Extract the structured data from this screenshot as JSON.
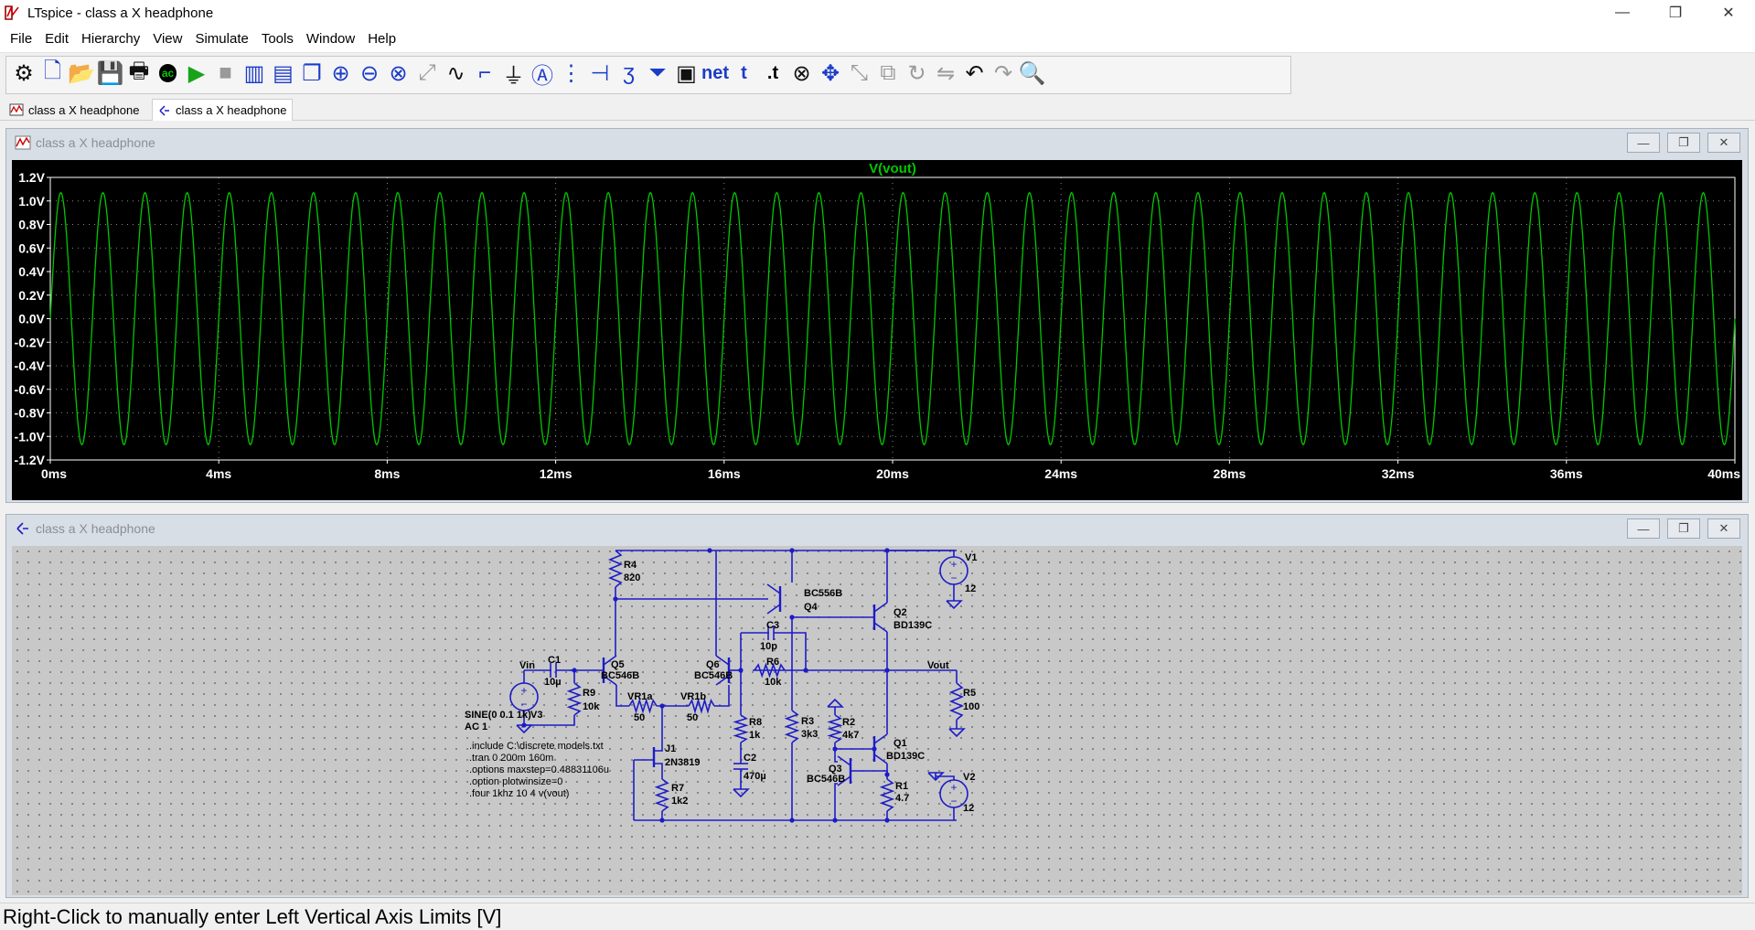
{
  "window": {
    "title": "LTspice - class a X headphone",
    "minimize_glyph": "—",
    "restore_glyph": "❐",
    "close_glyph": "✕"
  },
  "menu": [
    "File",
    "Edit",
    "Hierarchy",
    "View",
    "Simulate",
    "Tools",
    "Window",
    "Help"
  ],
  "toolbar": {
    "icons": [
      "gear-icon",
      "new-schematic-icon",
      "open-icon",
      "save-icon",
      "print-icon",
      "ac-analysis-icon",
      "run-icon",
      "halt-icon",
      "tile-vertical-icon",
      "tile-horizontal-icon",
      "cascade-icon",
      "zoom-in-icon",
      "zoom-out-icon",
      "zoom-fit-icon",
      "autoscale-icon",
      "waveform-icon",
      "wire-icon",
      "ground-icon",
      "label-net-icon",
      "resistor-icon",
      "capacitor-icon",
      "inductor-icon",
      "diode-icon",
      "component-icon",
      "spice-directive-icon",
      "text-icon",
      "text-comment-icon",
      "delete-icon",
      "move-icon",
      "drag-icon",
      "duplicate-icon",
      "rotate-icon",
      "mirror-icon",
      "undo-icon",
      "redo-icon",
      "find-icon"
    ],
    "net_label": "net",
    "t_label": "t",
    "dot_t_label": ".t",
    "ac_label": "ac"
  },
  "doc_tabs": [
    "class a X headphone",
    "class a X headphone"
  ],
  "plot_pane": {
    "title": "class a X headphone"
  },
  "schematic_pane": {
    "title": "class a X headphone",
    "labels": {
      "R4": "R4",
      "R4v": "820",
      "BC556B": "BC556B",
      "Q4": "Q4",
      "Q2": "Q2",
      "Q2m": "BD139C",
      "V1": "V1",
      "V1v": "12",
      "C3": "C3",
      "C3v": "10p",
      "Vin": "Vin",
      "C1": "C1",
      "C1v": "10µ",
      "Q5": "Q5",
      "Q5m": "BC546B",
      "Q6": "Q6",
      "Q6m": "BC546B",
      "R6": "R6",
      "R6v": "10k",
      "Vout": "Vout",
      "R5": "R5",
      "R5v": "100",
      "R9": "R9",
      "R9v": "10k",
      "VR1a": "VR1a",
      "VR1av": "50",
      "VR1b": "VR1b",
      "VR1bv": "50",
      "V3src": "SINE(0 0.1 1k)",
      "V3": "V3",
      "AC": "AC 1",
      "R8": "R8",
      "R8v": "1k",
      "R3": "R3",
      "R3v": "3k3",
      "R2": "R2",
      "R2v": "4k7",
      "Q1": "Q1",
      "Q1m": "BD139C",
      "J1": "J1",
      "J1m": "2N3819",
      "C2": "C2",
      "C2v": "470µ",
      "Q3": "Q3",
      "Q3m": "BC546B",
      "R7": "R7",
      "R7v": "1k2",
      "R1": "R1",
      "R1v": "4.7",
      "V2": "V2",
      "V2v": "12"
    },
    "directives": [
      ".include C:\\discrete models.txt",
      ".tran 0 200m 160m",
      ".options maxstep=0.48831106u",
      ".option plotwinsize=0",
      ".four 1khz 10 4 v(vout)"
    ]
  },
  "status": "Right-Click to manually enter Left Vertical Axis Limits [V]",
  "chart_data": {
    "type": "line",
    "title": "V(vout)",
    "xlabel": "",
    "ylabel": "",
    "x_unit": "ms",
    "y_unit": "V",
    "xlim": [
      0,
      40
    ],
    "ylim": [
      -1.2,
      1.2
    ],
    "x_ticks": [
      "0ms",
      "4ms",
      "8ms",
      "12ms",
      "16ms",
      "20ms",
      "24ms",
      "28ms",
      "32ms",
      "36ms",
      "40ms"
    ],
    "y_ticks": [
      "1.2V",
      "1.0V",
      "0.8V",
      "0.6V",
      "0.4V",
      "0.2V",
      "0.0V",
      "-0.2V",
      "-0.4V",
      "-0.6V",
      "-0.8V",
      "-1.0V",
      "-1.2V"
    ],
    "series": [
      {
        "name": "V(vout)",
        "color": "#00c800",
        "waveform": "sine",
        "amplitude": 1.07,
        "frequency_khz": 1,
        "offset": 0
      }
    ],
    "grid": true,
    "background": "#000000",
    "axis_text_color": "#ffffff"
  },
  "colors": {
    "wire": "#1c1cc8",
    "trace": "#00c800",
    "pane_title": "#8a8f96"
  }
}
